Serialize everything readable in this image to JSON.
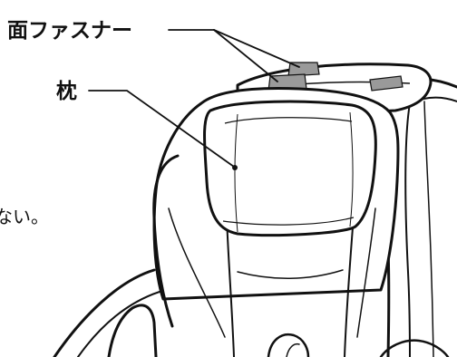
{
  "labels": {
    "fastener": "面ファスナー",
    "pillow": "枕"
  },
  "fragment_text": "ない。",
  "colors": {
    "line": "#111111",
    "fastener_patch": "#9a9a9a",
    "background": "#ffffff"
  }
}
